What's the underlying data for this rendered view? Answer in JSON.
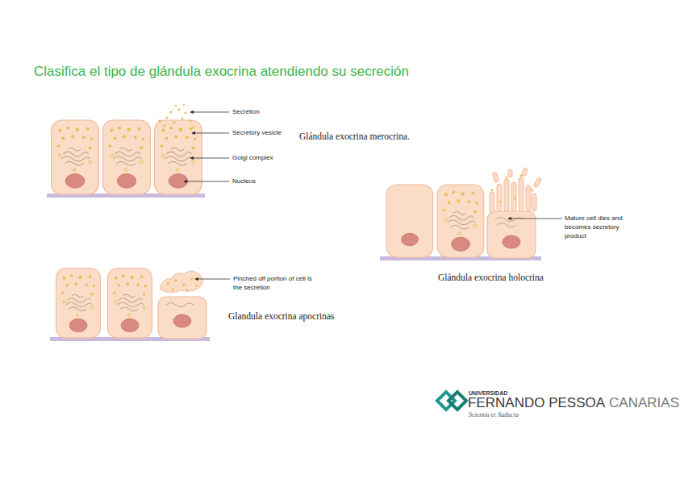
{
  "diagram": {
    "title": "Clasifica el tipo de glándula exocrina atendiendo su secreción",
    "labels": [
      "Secretion",
      "Secretory vesicle",
      "Golgi complex",
      "Nucleus",
      "Glándula exocrina merocrina.",
      "Mature cell dies and becomes secretory product",
      "Glándula exocrina holocrina",
      "Pinched off portion of cell is the secretion",
      "Glandula exocrina apocrinas",
      "UNIVERSIDAD",
      "FERNANDO PESSOA",
      "CANARIAS",
      "Scientia et Audacia"
    ]
  }
}
